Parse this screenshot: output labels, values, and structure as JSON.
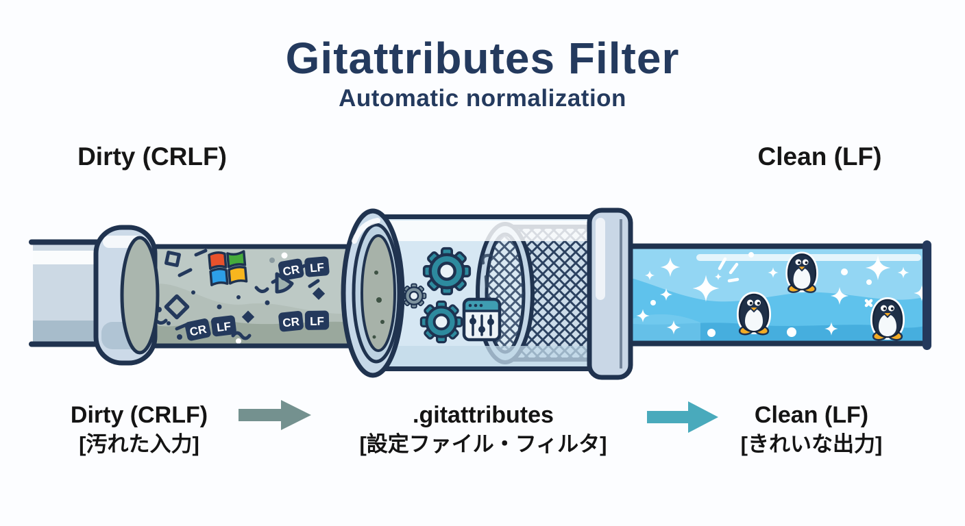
{
  "header": {
    "title": "Gitattributes Filter",
    "subtitle": "Automatic normalization"
  },
  "stage_labels": {
    "input": "Dirty (CRLF)",
    "output": "Clean (LF)"
  },
  "flow": {
    "input": {
      "label": "Dirty (CRLF)",
      "sublabel": "[汚れた入力]"
    },
    "filter": {
      "label": ".gitattributes",
      "sublabel": "[設定ファイル・フィルタ]"
    },
    "output": {
      "label": "Clean (LF)",
      "sublabel": "[きれいな出力]"
    }
  },
  "pipe": {
    "crlf_tag": {
      "cr": "CR",
      "lf": "LF"
    }
  },
  "icons": {
    "windows-logo-icon": "four-pane waving windows flag",
    "crlf-tag": "navy rounded CR/LF badges in dirty water",
    "gear-icon": "teal cog wheel",
    "small-gear-icon": "gray cog wheel",
    "settings-panel-icon": "window with three vertical sliders",
    "mesh-filter-icon": "crosshatch mesh cylinder",
    "tux-penguin-icon": "linux tux penguin",
    "sparkle-icon": "white four point star",
    "arrow-right-icon": "solid right arrow"
  },
  "colors": {
    "title": "#243a5e",
    "text": "#141414",
    "outline": "#20334f",
    "arrow_input": "#74918f",
    "arrow_output": "#49aabc",
    "dirty_water": "#b3bfb9",
    "clean_water": "#5fc2ec",
    "gear": "#2d8a9e",
    "gear_small": "#7e939f",
    "windows": [
      "#e8522c",
      "#46ab3c",
      "#2d9fe8",
      "#f8b61e"
    ]
  }
}
